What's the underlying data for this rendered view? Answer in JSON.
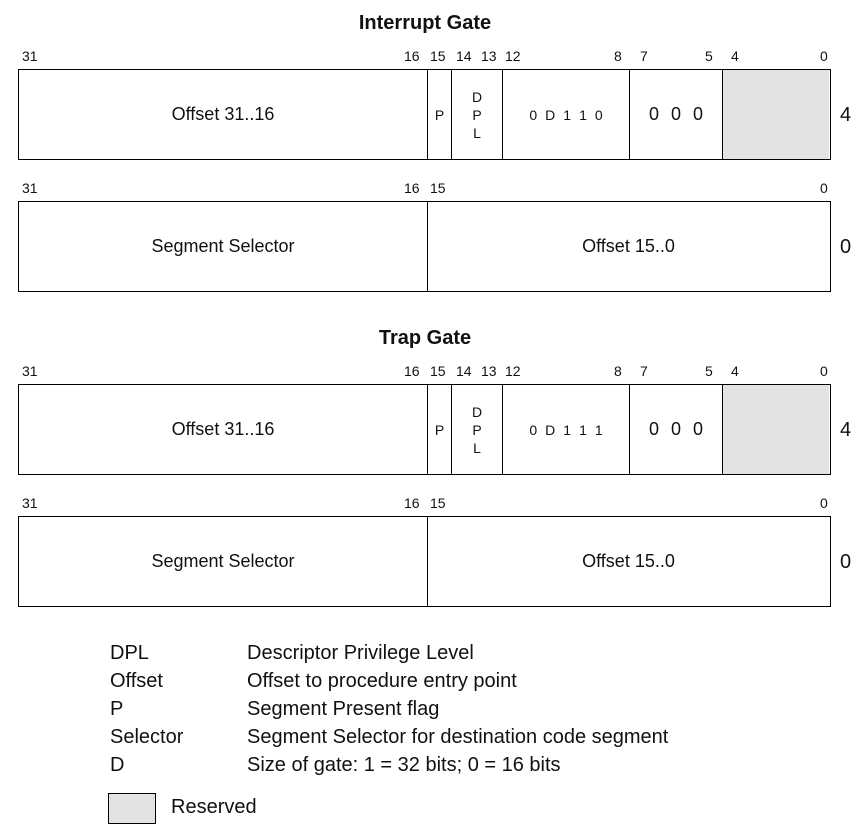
{
  "interrupt_gate": {
    "title": "Interrupt Gate",
    "upper": {
      "bits": [
        "31",
        "16",
        "15",
        "14",
        "13",
        "12",
        "8",
        "7",
        "5",
        "4",
        "0"
      ],
      "offset_label": "Offset 31..16",
      "p": "P",
      "dpl": [
        "D",
        "P",
        "L"
      ],
      "type_bits": [
        "0",
        "D",
        "1",
        "1",
        "0"
      ],
      "zero_bits": [
        "0",
        "0",
        "0"
      ],
      "row_offset": "4"
    },
    "lower": {
      "bits": [
        "31",
        "16",
        "15",
        "0"
      ],
      "selector_label": "Segment Selector",
      "offset_label": "Offset 15..0",
      "row_offset": "0"
    }
  },
  "trap_gate": {
    "title": "Trap Gate",
    "upper": {
      "bits": [
        "31",
        "16",
        "15",
        "14",
        "13",
        "12",
        "8",
        "7",
        "5",
        "4",
        "0"
      ],
      "offset_label": "Offset 31..16",
      "p": "P",
      "dpl": [
        "D",
        "P",
        "L"
      ],
      "type_bits": [
        "0",
        "D",
        "1",
        "1",
        "1"
      ],
      "zero_bits": [
        "0",
        "0",
        "0"
      ],
      "row_offset": "4"
    },
    "lower": {
      "bits": [
        "31",
        "16",
        "15",
        "0"
      ],
      "selector_label": "Segment Selector",
      "offset_label": "Offset 15..0",
      "row_offset": "0"
    }
  },
  "legend": [
    {
      "term": "DPL",
      "desc": "Descriptor Privilege Level"
    },
    {
      "term": "Offset",
      "desc": "Offset to procedure entry point"
    },
    {
      "term": "P",
      "desc": "Segment Present flag"
    },
    {
      "term": "Selector",
      "desc": "Segment Selector for destination code segment"
    },
    {
      "term": "D",
      "desc": "Size of gate: 1 = 32 bits; 0 = 16 bits"
    }
  ],
  "reserved_label": "Reserved",
  "colors": {
    "reserved_fill": "#e3e3e3",
    "line": "#000000"
  }
}
